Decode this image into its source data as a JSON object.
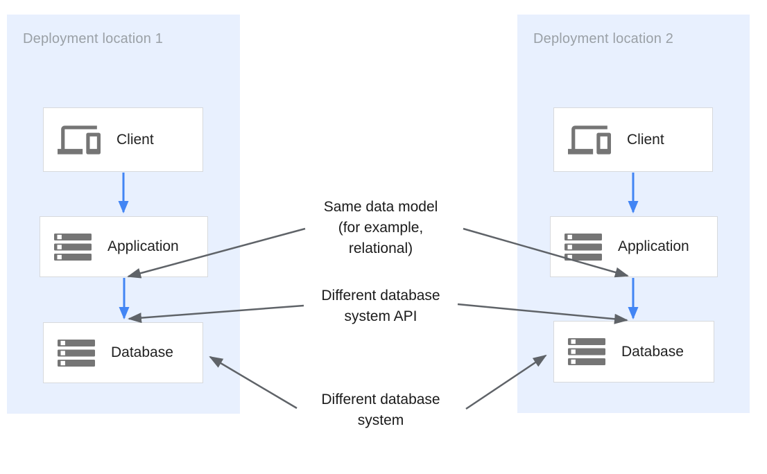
{
  "diagram": {
    "panels": [
      {
        "title": "Deployment location 1",
        "boxes": [
          {
            "label": "Client",
            "icon": "devices-icon"
          },
          {
            "label": "Application",
            "icon": "server-stack-icon"
          },
          {
            "label": "Database",
            "icon": "server-stack-icon"
          }
        ]
      },
      {
        "title": "Deployment location 2",
        "boxes": [
          {
            "label": "Client",
            "icon": "devices-icon"
          },
          {
            "label": "Application",
            "icon": "server-stack-icon"
          },
          {
            "label": "Database",
            "icon": "server-stack-icon"
          }
        ]
      }
    ],
    "annotations": [
      {
        "text": "Same data model\n(for example,\nrelational)"
      },
      {
        "text": "Different database\nsystem API"
      },
      {
        "text": "Different database\nsystem"
      }
    ],
    "colors": {
      "panel_background": "#e8f0fe",
      "box_border": "#d7d9dc",
      "icon_gray": "#757575",
      "flow_arrow_blue": "#4285f4",
      "annotation_arrow_gray": "#5f6368",
      "panel_title_gray": "#9aa0a6",
      "label_text": "#212121",
      "annotation_text": "#1a1a1a"
    }
  }
}
